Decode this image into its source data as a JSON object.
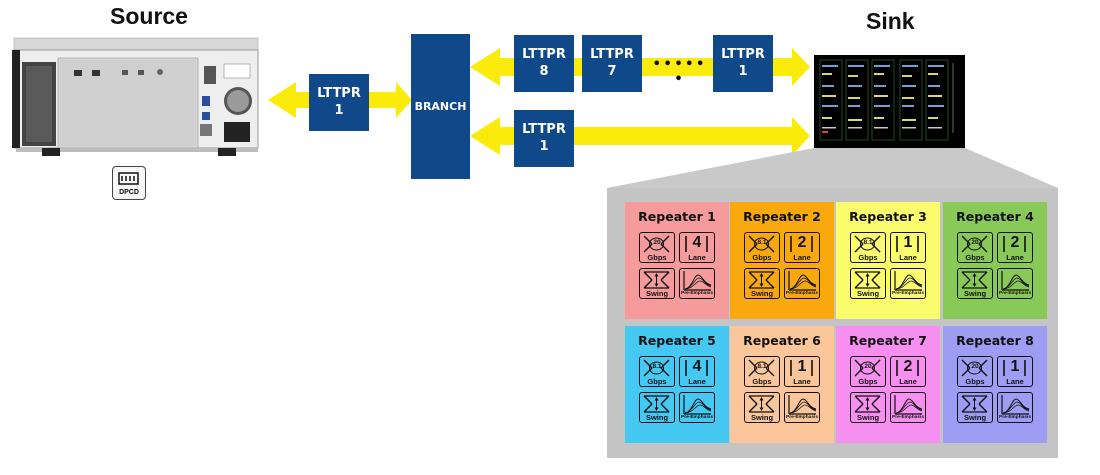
{
  "source": {
    "title": "Source",
    "dpcd_label": "DPCD"
  },
  "sink": {
    "title": "Sink"
  },
  "branch": {
    "label": "BRANCH"
  },
  "lttpr_source": {
    "line1": "LTTPR",
    "line2": "1"
  },
  "lttpr_top": [
    {
      "line1": "LTTPR",
      "line2": "8"
    },
    {
      "line1": "LTTPR",
      "line2": "7"
    },
    {
      "line1": "LTTPR",
      "line2": "1"
    }
  ],
  "lttpr_bottom": {
    "line1": "LTTPR",
    "line2": "1"
  },
  "ellipsis": "• • • • • •",
  "icon_captions": {
    "rate": "Gbps",
    "lane": "Lane",
    "swing": "Swing",
    "preemphasis": "Pre-Emphasis"
  },
  "colors": {
    "arrow": "#fbeb0a",
    "box": "#10498a",
    "panel": "#c4c4c4"
  },
  "repeaters": [
    {
      "name": "Repeater 1",
      "rate": "20",
      "lanes": "4",
      "color": "#f59b9b"
    },
    {
      "name": "Repeater 2",
      "rate": "8.1",
      "lanes": "2",
      "color": "#f9a90d"
    },
    {
      "name": "Repeater 3",
      "rate": "8.1",
      "lanes": "1",
      "color": "#fbfb6e"
    },
    {
      "name": "Repeater 4",
      "rate": "20",
      "lanes": "2",
      "color": "#88c957"
    },
    {
      "name": "Repeater 5",
      "rate": "8.1",
      "lanes": "4",
      "color": "#45c8f2"
    },
    {
      "name": "Repeater 6",
      "rate": "8.1",
      "lanes": "1",
      "color": "#fbc79a"
    },
    {
      "name": "Repeater 7",
      "rate": "20",
      "lanes": "2",
      "color": "#f68ff0"
    },
    {
      "name": "Repeater 8",
      "rate": "20",
      "lanes": "1",
      "color": "#9d9df3"
    }
  ]
}
